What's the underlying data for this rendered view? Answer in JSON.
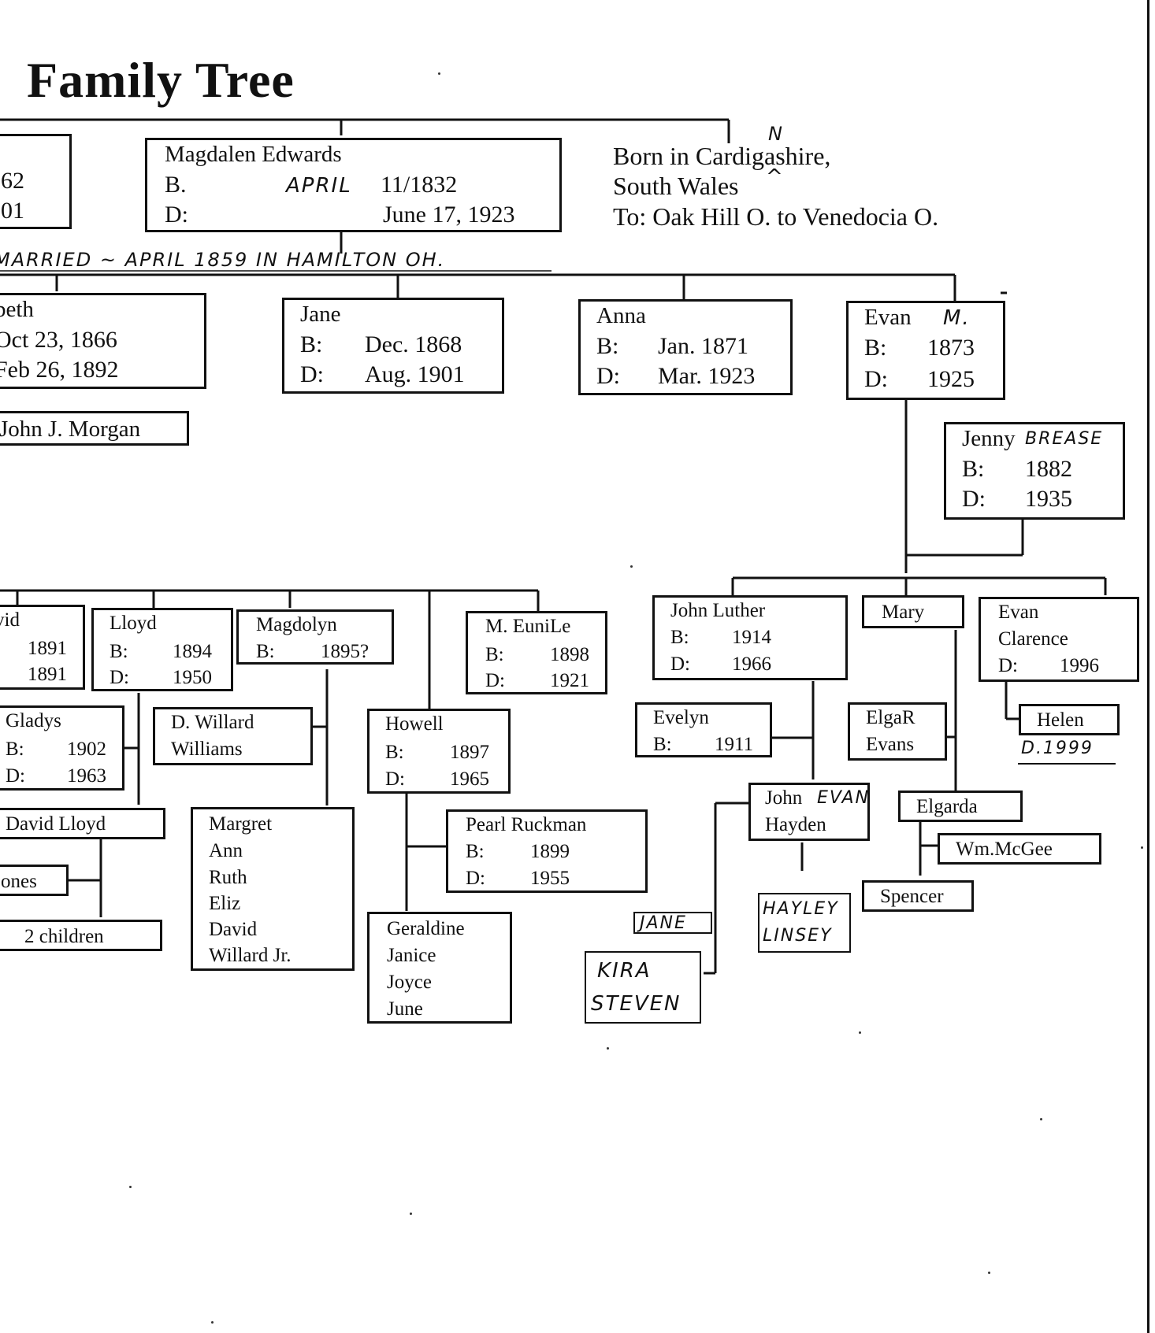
{
  "title": "Family Tree",
  "note": {
    "line1": "Born in Cardigashire,",
    "line2": "South Wales",
    "line3": "To: Oak Hill O. to Venedocia O.",
    "insert_letter": "N",
    "insert_caret": "^"
  },
  "married_note": "MARRIED ~ APRIL 1859 IN HAMILTON OH.",
  "people": {
    "left_top": {
      "l1": "62",
      "l2": "01"
    },
    "magdalen": {
      "name": "Magdalen Edwards",
      "b_label": "B.",
      "b_hand": "APRIL",
      "b_val": "11/1832",
      "d_label": "D:",
      "d_val": "June 17, 1923"
    },
    "elizabeth": {
      "name": "beth",
      "b_val": "Oct 23, 1866",
      "d_val": "Feb 26, 1892"
    },
    "john_morgan": {
      "name": "John J. Morgan"
    },
    "jane": {
      "name": "Jane",
      "b_label": "B:",
      "b_val": "Dec. 1868",
      "d_label": "D:",
      "d_val": "Aug. 1901"
    },
    "anna": {
      "name": "Anna",
      "b_label": "B:",
      "b_val": "Jan. 1871",
      "d_label": "D:",
      "d_val": "Mar. 1923"
    },
    "evan_m": {
      "name": "Evan",
      "name_hand": "M.",
      "b_label": "B:",
      "b_val": "1873",
      "d_label": "D:",
      "d_val": "1925"
    },
    "jenny": {
      "name": "Jenny",
      "name_hand": "BREASE",
      "b_label": "B:",
      "b_val": "1882",
      "d_label": "D:",
      "d_val": "1935"
    },
    "david": {
      "name": "vid",
      "b_val": "1891",
      "d_val": "1891"
    },
    "lloyd": {
      "name": "Lloyd",
      "b_label": "B:",
      "b_val": "1894",
      "d_label": "D:",
      "d_val": "1950"
    },
    "magdolyn": {
      "name": "Magdolyn",
      "b_label": "B:",
      "b_val": "1895?"
    },
    "eunice": {
      "name": "M. EuniLe",
      "b_label": "B:",
      "b_val": "1898",
      "d_label": "D:",
      "d_val": "1921"
    },
    "gladys": {
      "name": "Gladys",
      "b_label": "B:",
      "b_val": "1902",
      "d_label": "D:",
      "d_val": "1963"
    },
    "willard": {
      "name1": "D. Willard",
      "name2": "Williams"
    },
    "howell": {
      "name": "Howell",
      "b_label": "B:",
      "b_val": "1897",
      "d_label": "D:",
      "d_val": "1965"
    },
    "david_lloyd": {
      "name": "David Lloyd"
    },
    "jones": {
      "name": "ones"
    },
    "two_children": {
      "name": "2 children"
    },
    "margret_kids": {
      "names": [
        "Margret",
        "Ann",
        "Ruth",
        "Eliz",
        "David",
        "Willard Jr."
      ]
    },
    "pearl": {
      "name": "Pearl Ruckman",
      "b_label": "B:",
      "b_val": "1899",
      "d_label": "D:",
      "d_val": "1955"
    },
    "geraldine_kids": {
      "names": [
        "Geraldine",
        "Janice",
        "Joyce",
        "June"
      ]
    },
    "john_luther": {
      "name": "John Luther",
      "b_label": "B:",
      "b_val": "1914",
      "d_label": "D:",
      "d_val": "1966"
    },
    "mary": {
      "name": "Mary"
    },
    "evan_clarence": {
      "name1": "Evan",
      "name2": "Clarence",
      "d_label": "D:",
      "d_val": "1996"
    },
    "evelyn": {
      "name": "Evelyn",
      "b_label": "B:",
      "b_val": "1911"
    },
    "elgar": {
      "name1": "ElgaR",
      "name2": "Evans"
    },
    "helen": {
      "name": "Helen",
      "d_hand": "D.1999"
    },
    "john_evan": {
      "name1": "John",
      "name1_hand": "EVAN",
      "name2": "Hayden"
    },
    "elgarda": {
      "name": "Elgarda"
    },
    "mcgee": {
      "name": "Wm.McGee"
    },
    "spencer": {
      "name": "Spencer"
    },
    "jane_hand": {
      "name": "JANE"
    },
    "kira": {
      "name1": "KIRA",
      "name2": "STEVEN"
    },
    "hayley": {
      "name1": "HAYLEY",
      "name2": "LINSEY"
    }
  }
}
